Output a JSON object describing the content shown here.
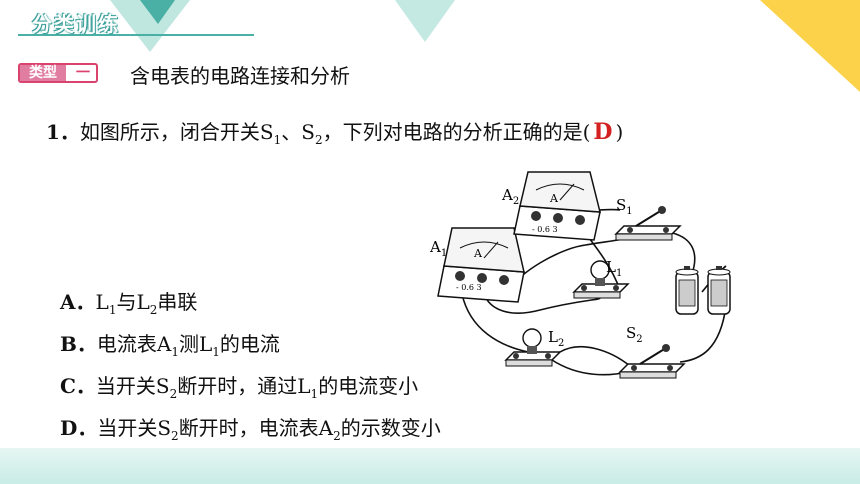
{
  "header": {
    "title": "分类训练"
  },
  "type_badge": {
    "label": "类型",
    "number": "一"
  },
  "section": {
    "heading": "含电表的电路连接和分析"
  },
  "question": {
    "number": "1．",
    "stem_pre": "如图所示，闭合开关S",
    "s1_sub": "1",
    "sep": "、S",
    "s2_sub": "2",
    "stem_post": "，下列对电路的分析正确的是(",
    "answer": "D",
    "close": ")"
  },
  "options": [
    {
      "letter": "A．",
      "parts": [
        "L",
        "1",
        "与L",
        "2",
        "串联"
      ]
    },
    {
      "letter": "B．",
      "parts": [
        "电流表A",
        "1",
        "测L",
        "1",
        "的电流"
      ]
    },
    {
      "letter": "C．",
      "parts": [
        "当开关S",
        "2",
        "断开时，通过L",
        "1",
        "的电流变小"
      ]
    },
    {
      "letter": "D．",
      "parts": [
        "当开关S",
        "2",
        "断开时，电流表A",
        "2",
        "的示数变小"
      ]
    }
  ],
  "figure": {
    "a1": "A",
    "a1_sub": "1",
    "a2": "A",
    "a2_sub": "2",
    "meter_unit": "A",
    "meter_scale": "- 0.6 3",
    "l1": "L",
    "l1_sub": "1",
    "l2": "L",
    "l2_sub": "2",
    "s1": "S",
    "s1_sub": "1",
    "s2": "S",
    "s2_sub": "2"
  },
  "colors": {
    "teal": "#4ab0a6",
    "yellow": "#fbd24a",
    "pink": "#d9436d",
    "answer_red": "#d42020"
  }
}
